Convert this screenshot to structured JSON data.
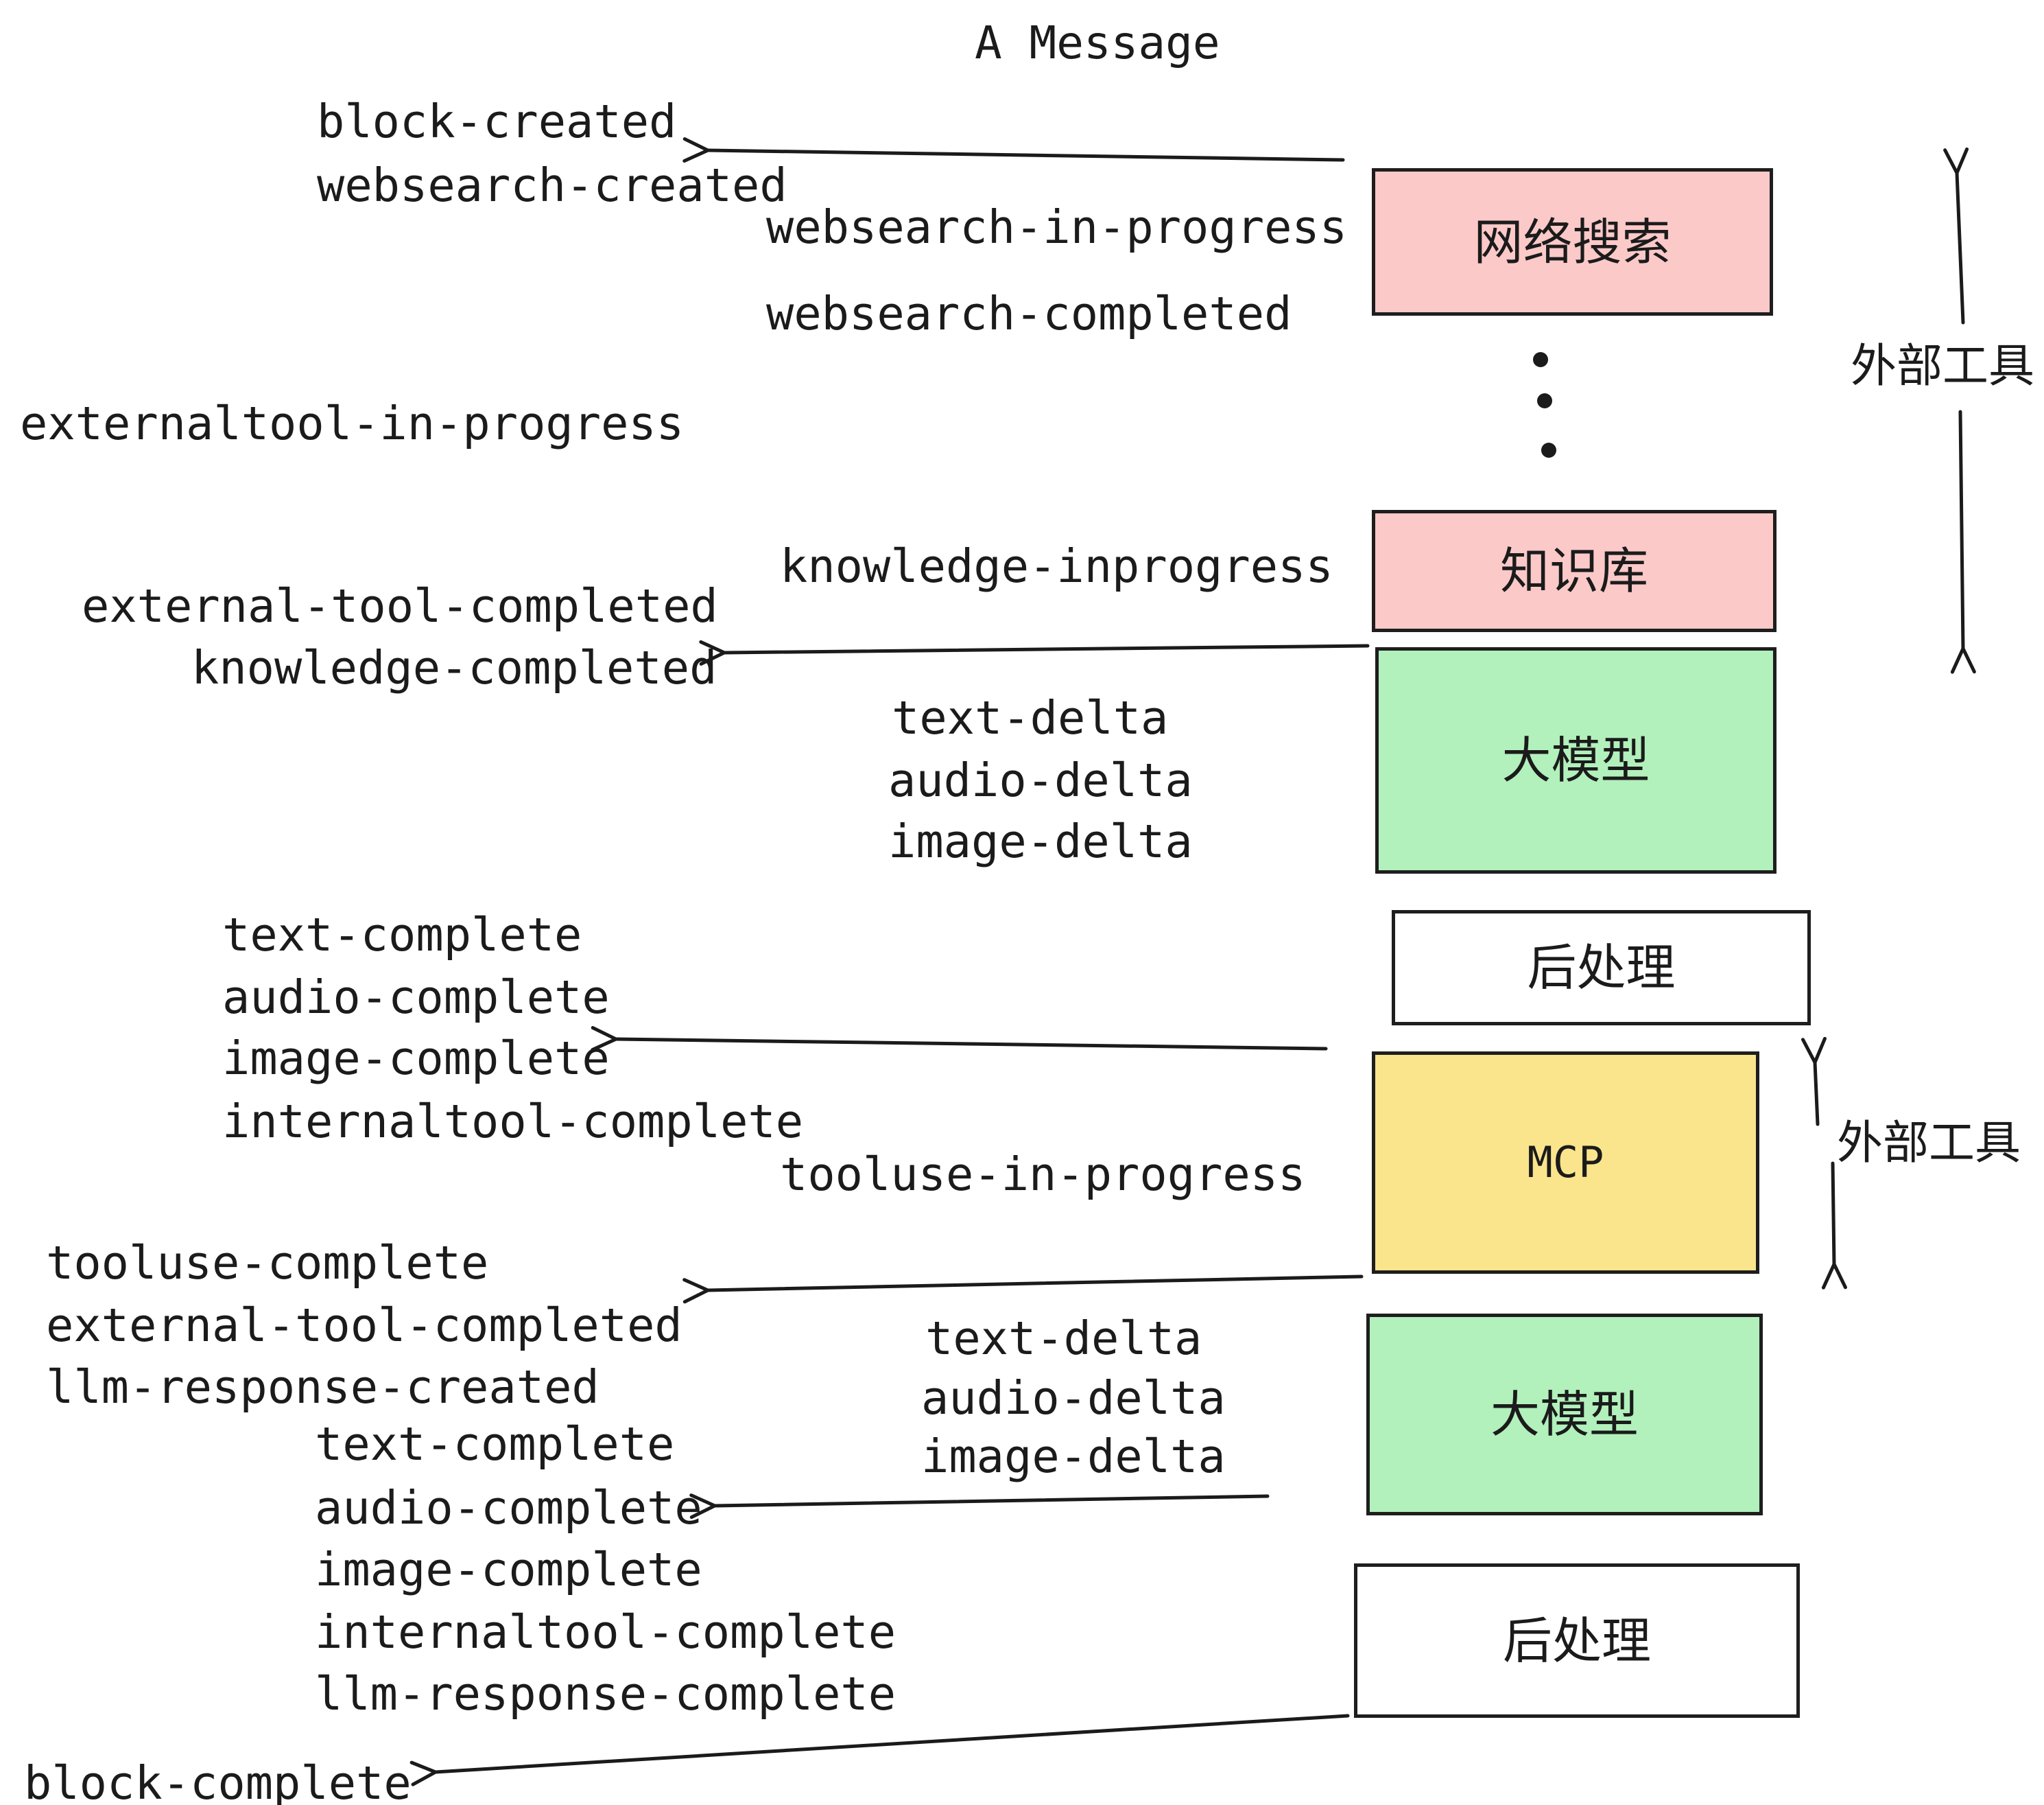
{
  "title": "A Message",
  "colors": {
    "pink": "#fcc9c9",
    "green": "#b2f0bc",
    "yellow": "#fae58c",
    "white": "#ffffff",
    "ink": "#1b1b1b"
  },
  "side_labels": [
    {
      "text": "外部工具"
    },
    {
      "text": "外部工具"
    }
  ],
  "boxes": [
    {
      "name": "websearch",
      "label": "网络搜索",
      "fill": "pink"
    },
    {
      "name": "knowledge-base",
      "label": "知识库",
      "fill": "pink"
    },
    {
      "name": "llm-1",
      "label": "大模型",
      "fill": "green"
    },
    {
      "name": "post-process-1",
      "label": "后处理",
      "fill": "white"
    },
    {
      "name": "mcp",
      "label": "MCP",
      "fill": "yellow"
    },
    {
      "name": "llm-2",
      "label": "大模型",
      "fill": "green"
    },
    {
      "name": "post-process-2",
      "label": "后处理",
      "fill": "white"
    }
  ],
  "events": [
    {
      "label": "block-created"
    },
    {
      "label": "websearch-created"
    },
    {
      "label": "websearch-in-progress"
    },
    {
      "label": "websearch-completed"
    },
    {
      "label": "externaltool-in-progress"
    },
    {
      "label": "knowledge-inprogress"
    },
    {
      "label": "external-tool-completed"
    },
    {
      "label": "knowledge-completed"
    },
    {
      "label": "text-delta"
    },
    {
      "label": "audio-delta"
    },
    {
      "label": "image-delta"
    },
    {
      "label": "text-complete"
    },
    {
      "label": "audio-complete"
    },
    {
      "label": "image-complete"
    },
    {
      "label": "internaltool-complete"
    },
    {
      "label": "tooluse-in-progress"
    },
    {
      "label": "tooluse-complete"
    },
    {
      "label": "external-tool-completed"
    },
    {
      "label": "llm-response-created"
    },
    {
      "label": "text-complete"
    },
    {
      "label": "audio-complete"
    },
    {
      "label": "image-complete"
    },
    {
      "label": "internaltool-complete"
    },
    {
      "label": "llm-response-complete"
    },
    {
      "label": "text-delta"
    },
    {
      "label": "audio-delta"
    },
    {
      "label": "image-delta"
    },
    {
      "label": "block-complete"
    }
  ]
}
